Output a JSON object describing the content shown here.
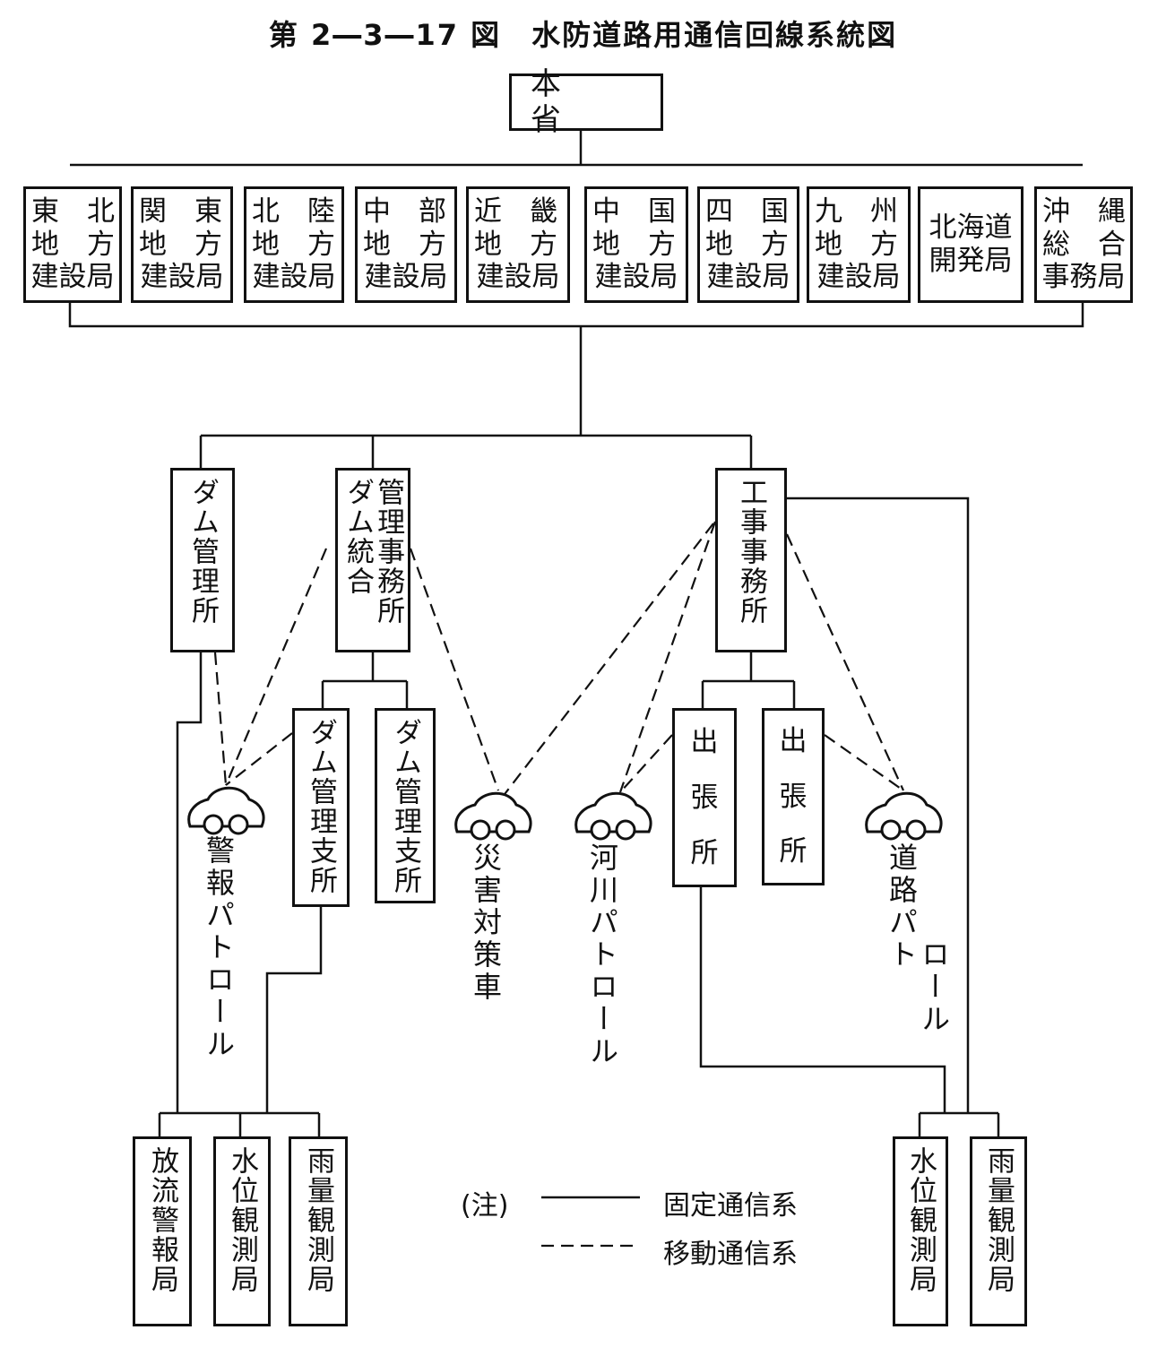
{
  "title": "第 2―3―17 図　水防道路用通信回線系統図",
  "headquarters": "本　省",
  "regional_bureaus": [
    {
      "lines": [
        "東　北",
        "地　方",
        "建設局"
      ]
    },
    {
      "lines": [
        "関　東",
        "地　方",
        "建設局"
      ]
    },
    {
      "lines": [
        "北　陸",
        "地　方",
        "建設局"
      ]
    },
    {
      "lines": [
        "中　部",
        "地　方",
        "建設局"
      ]
    },
    {
      "lines": [
        "近　畿",
        "地　方",
        "建設局"
      ]
    },
    {
      "lines": [
        "中　国",
        "地　方",
        "建設局"
      ]
    },
    {
      "lines": [
        "四　国",
        "地　方",
        "建設局"
      ]
    },
    {
      "lines": [
        "九　州",
        "地　方",
        "建設局"
      ]
    },
    {
      "lines": [
        "北海道",
        "",
        "開発局"
      ]
    },
    {
      "lines": [
        "沖　縄",
        "総　合",
        "事務局"
      ]
    }
  ],
  "offices": {
    "dam_office": [
      "ダム管理所"
    ],
    "dam_integrated_office": [
      "管理事務所",
      "ダム統合"
    ],
    "construction_office": [
      "工事事務所"
    ],
    "dam_branch_1": [
      "ダム管理支所"
    ],
    "dam_branch_2": [
      "ダム管理支所"
    ],
    "field_office_1": [
      "出",
      "張",
      "所"
    ],
    "field_office_2": [
      "出",
      "張",
      "所"
    ]
  },
  "vehicles": {
    "warning_patrol": "警報パトロール",
    "disaster_vehicle": "災害対策車",
    "river_patrol": "河川パトロール",
    "road_patrol_a": "道路パト",
    "road_patrol_b": "ロール"
  },
  "stations": {
    "discharge_warning": "放流警報局",
    "water_level_left": "水位観測局",
    "rainfall_left": "雨量観測局",
    "water_level_right": "水位観測局",
    "rainfall_right": "雨量観測局"
  },
  "legend": {
    "note": "(注)",
    "fixed": "固定通信系",
    "mobile": "移動通信系"
  },
  "colors": {
    "line": "#111111",
    "background": "#ffffff"
  }
}
